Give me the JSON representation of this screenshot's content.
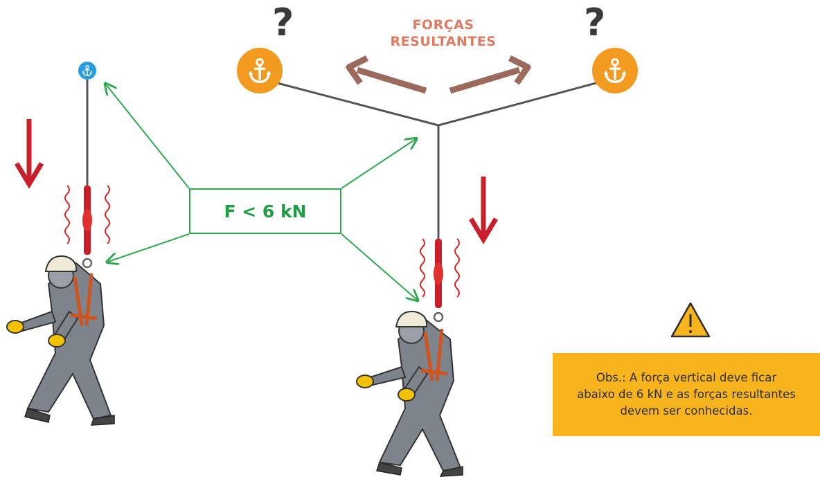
{
  "left_question": "?",
  "right_question": "?",
  "forces_label_line1": "FORÇAS",
  "forces_label_line2": "RESULTANTES",
  "force_limit": "F < 6 kN",
  "note": "Obs.: A força vertical deve ficar abaixo de 6 kN e as forças resultantes devem ser conhecidas.",
  "colors": {
    "anchor_blue": "#2a9de0",
    "anchor_orange": "#f39a21",
    "arrow_red": "#c8202b",
    "connector_green": "#2fa84f",
    "resultant_brown": "#9c6a5c",
    "note_yellow": "#f7b41c",
    "warning_yellow": "#f7b41c"
  },
  "icons": [
    "anchor-icon",
    "warning-icon",
    "worker-figure",
    "down-arrow",
    "vibration-wave"
  ]
}
